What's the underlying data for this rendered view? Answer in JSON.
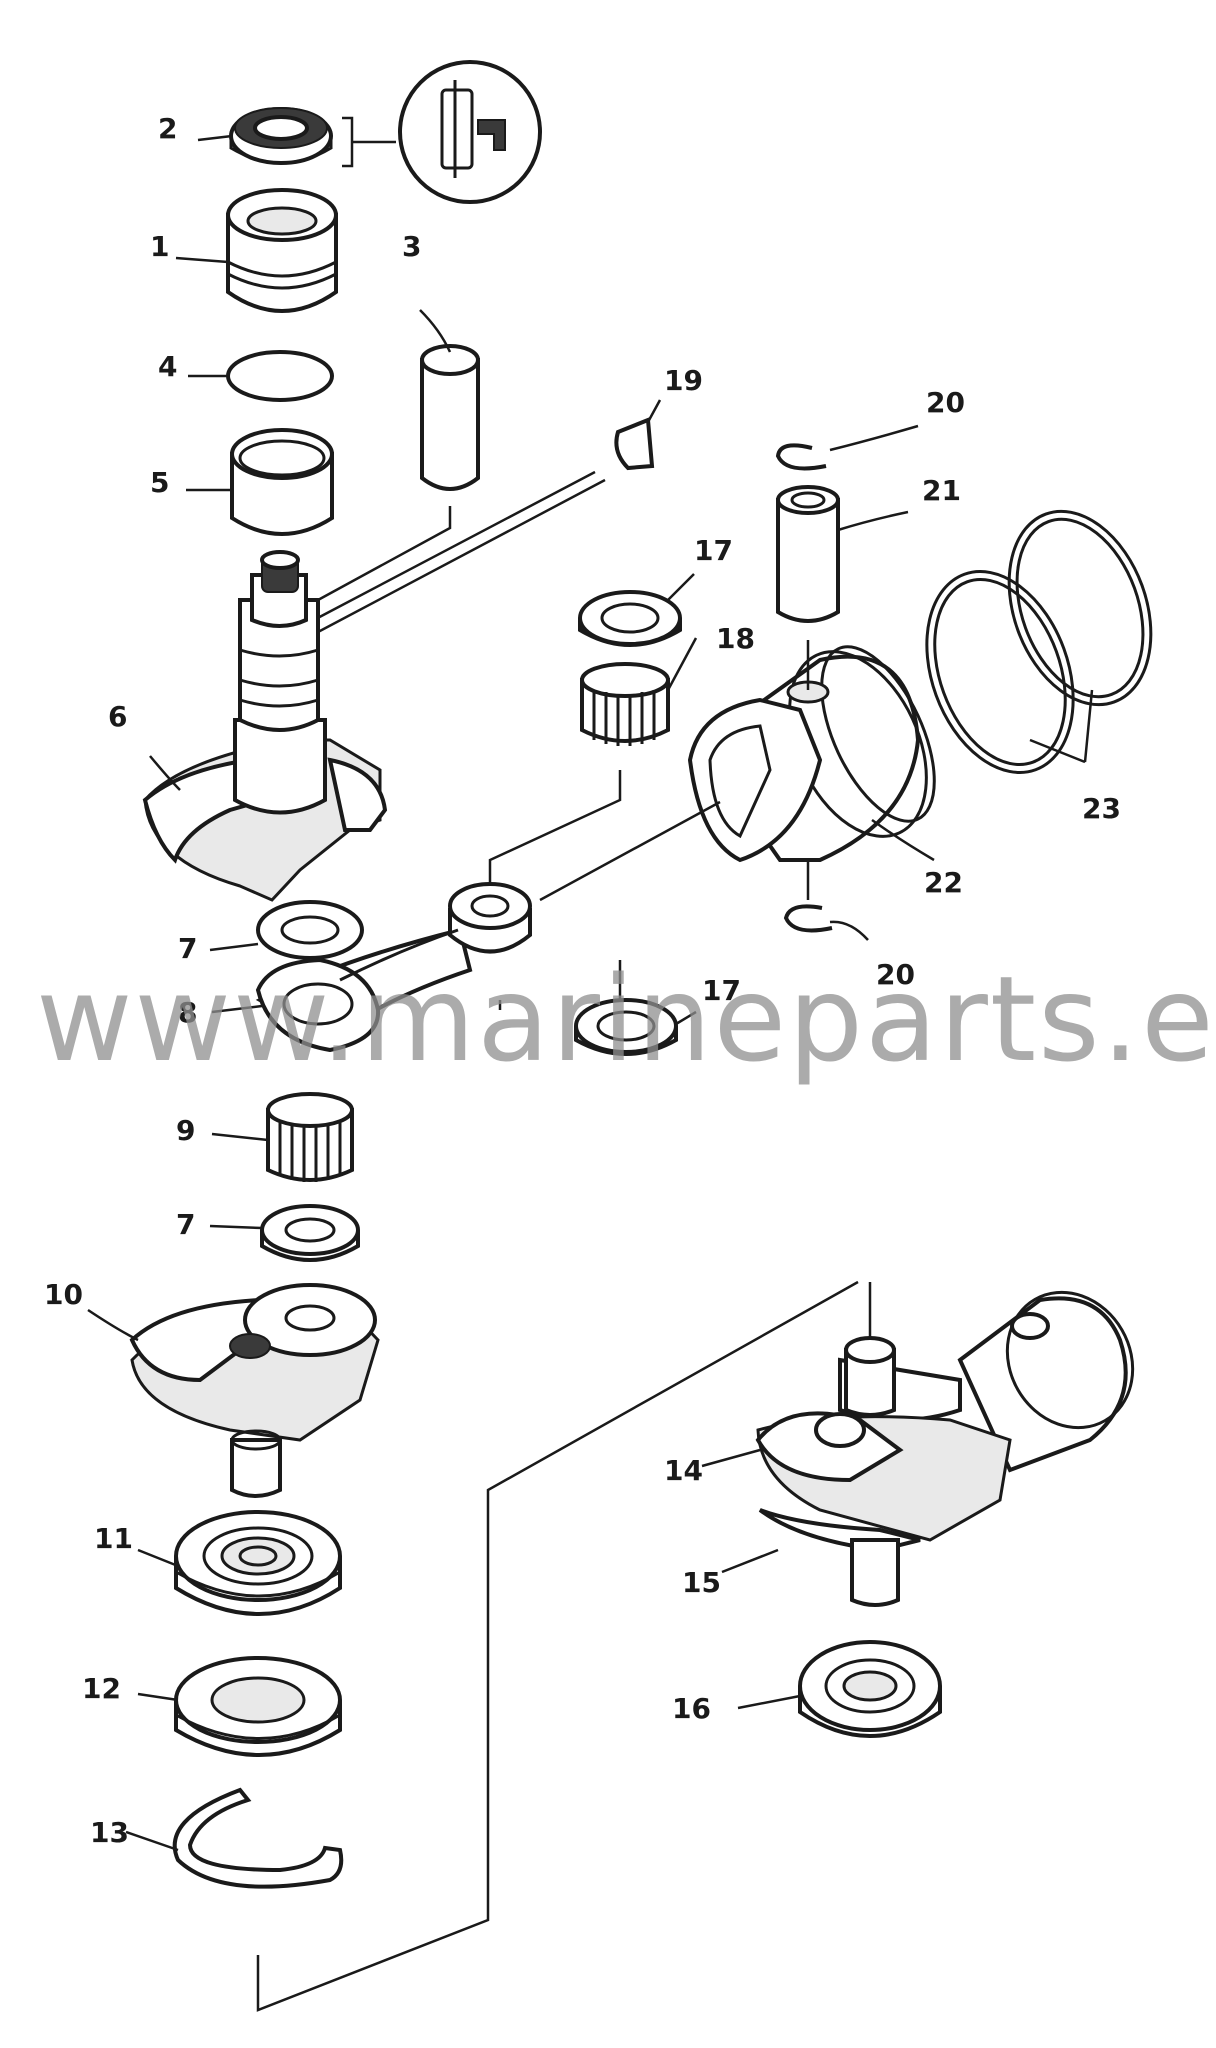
{
  "diagram": {
    "labels": [
      "1",
      "2",
      "3",
      "4",
      "5",
      "6",
      "7",
      "8",
      "9",
      "7",
      "10",
      "11",
      "12",
      "13",
      "14",
      "15",
      "16",
      "17",
      "18",
      "19",
      "20",
      "21",
      "17",
      "22",
      "20",
      "23"
    ],
    "watermark": "www.marineparts.eu"
  }
}
